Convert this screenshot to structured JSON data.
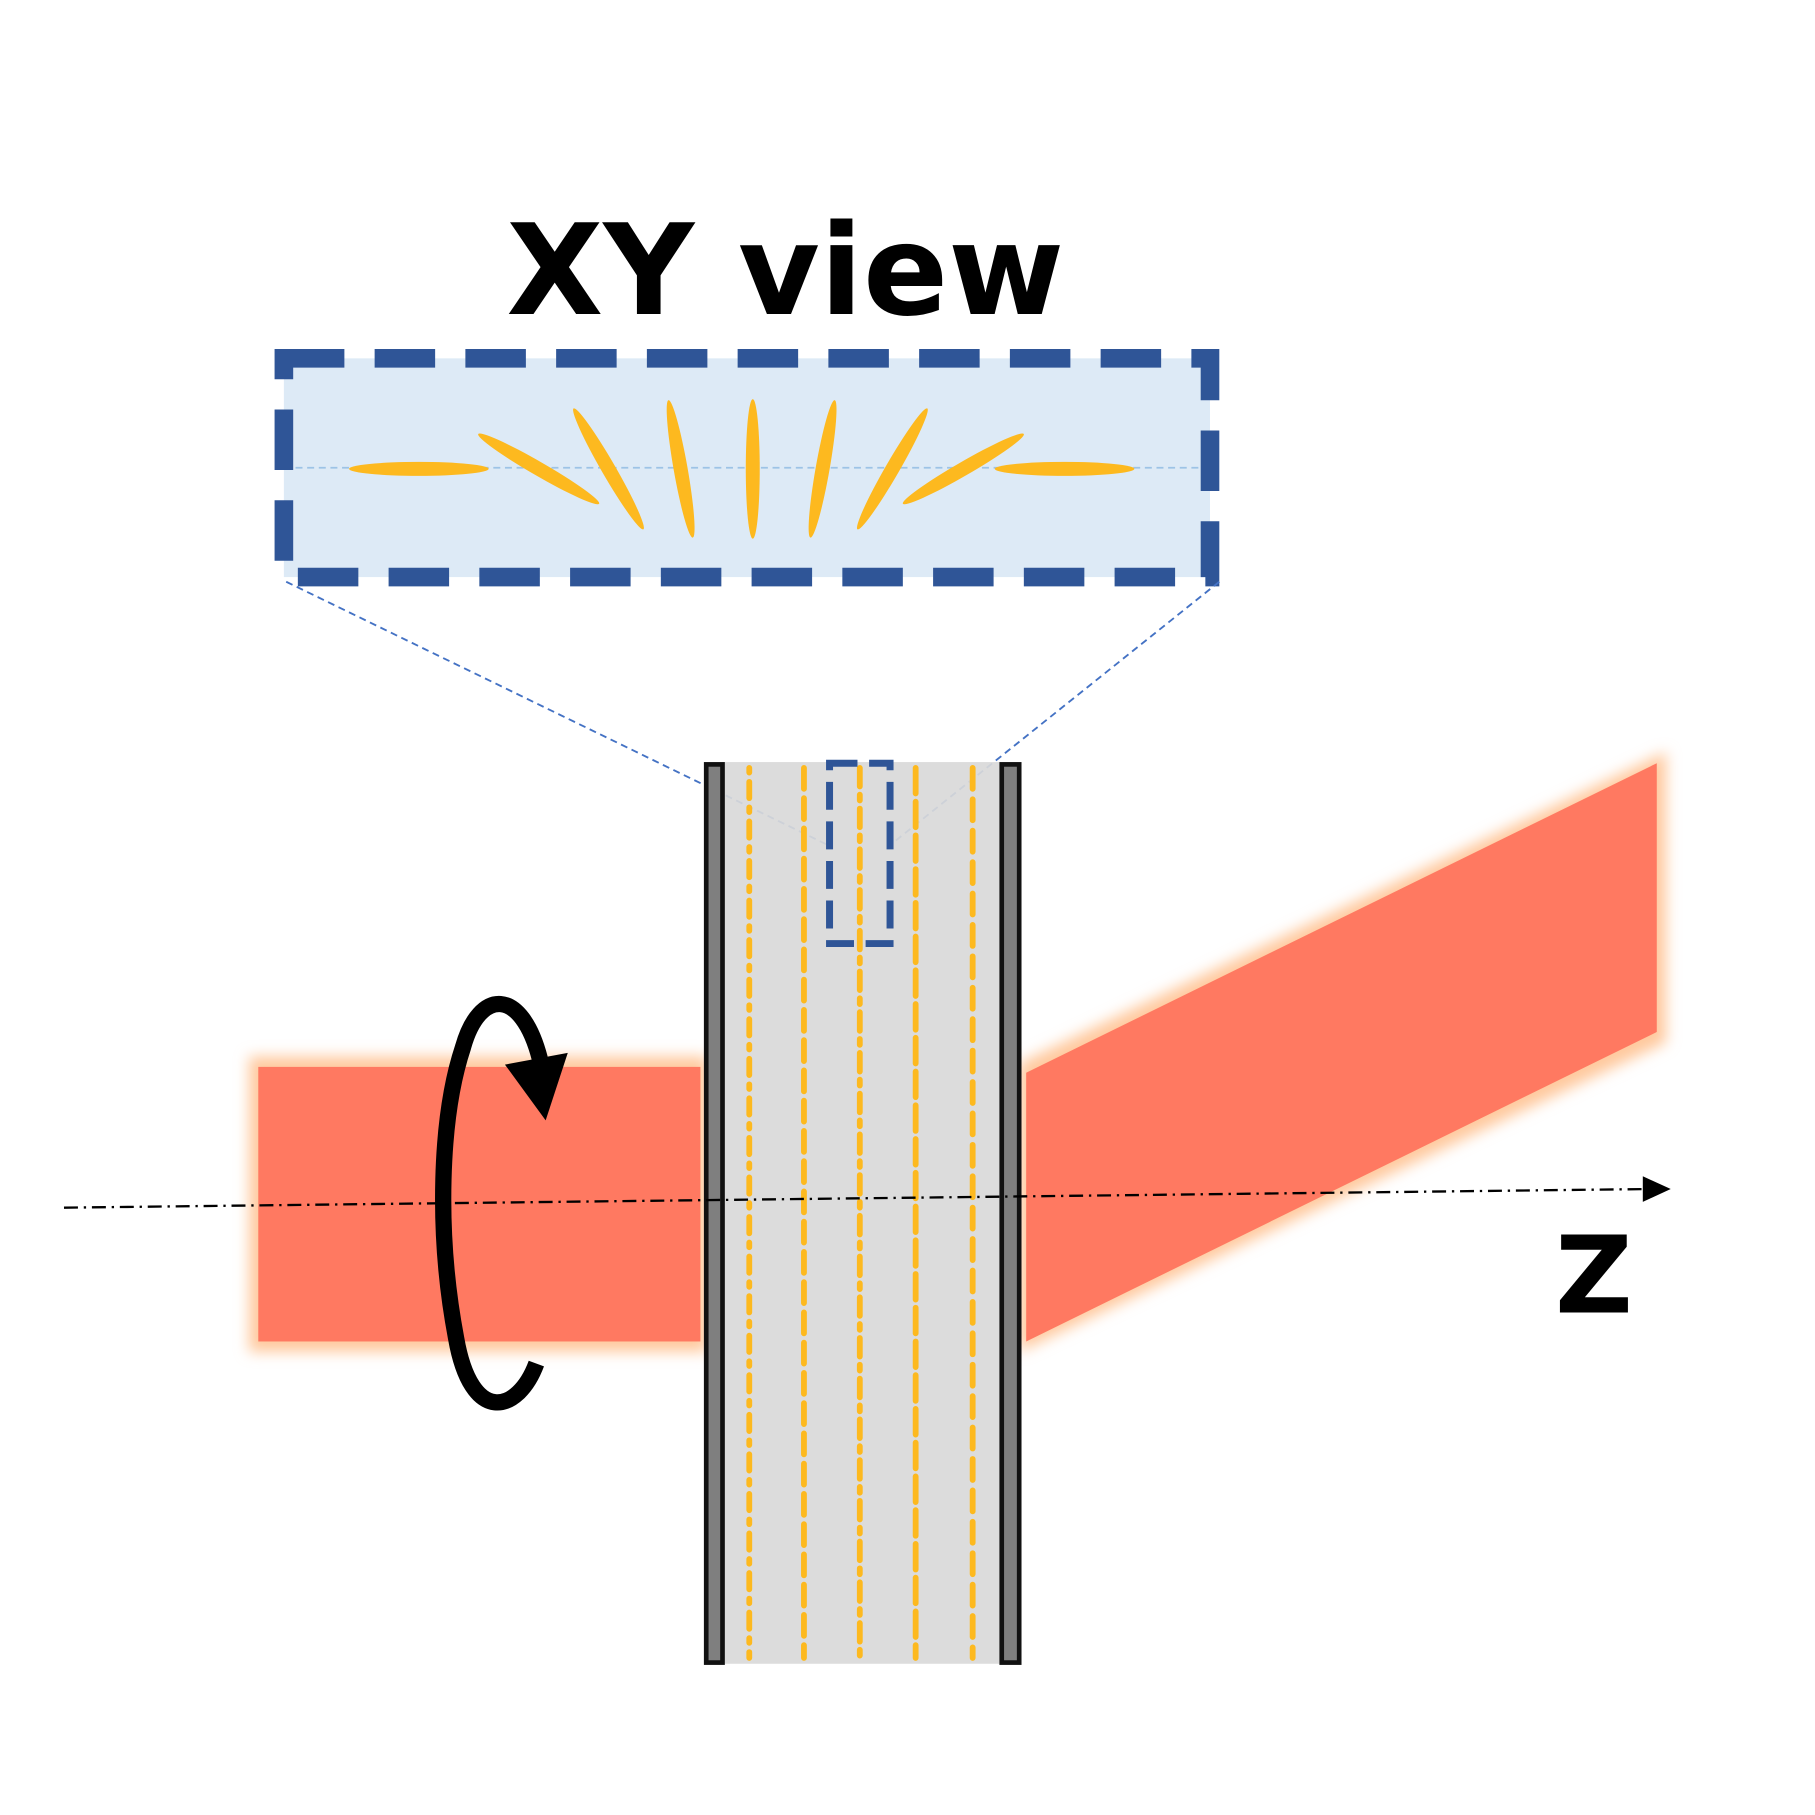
{
  "title": "XY view",
  "axis_label": "Z",
  "colors": {
    "frame_blue": "#2F5597",
    "inset_fill": "#DDEAF6",
    "molecule_orange": "#FDB91F",
    "beam_red": "#FF7961",
    "beam_glow": "#FFC99E",
    "cell_gray": "#D9D9D9",
    "wall_gray": "#7F7F7F"
  },
  "inset_molecule_angles_deg": [
    0,
    30,
    60,
    80,
    90,
    100,
    120,
    150,
    0
  ]
}
